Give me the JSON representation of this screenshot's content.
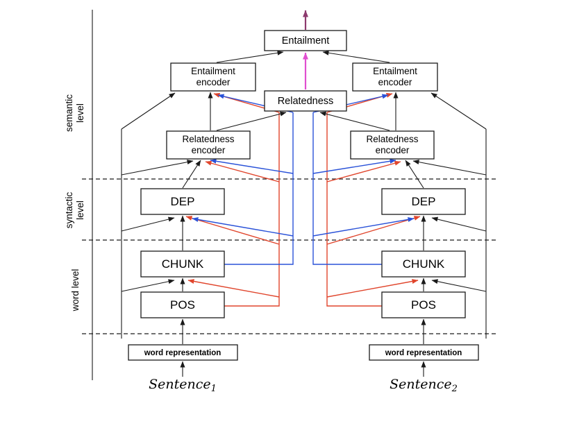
{
  "colors": {
    "black": "#1a1a1a",
    "red": "#e0452c",
    "blue": "#2a52d8",
    "magenta": "#e04fd0",
    "purple": "#8d3a6e"
  },
  "axis_labels": {
    "semantic_line1": "semantic",
    "semantic_line2": "level",
    "syntactic_line1": "syntactic",
    "syntactic_line2": "level",
    "word": "word level"
  },
  "nodes": {
    "entailment": "Entailment",
    "relatedness": "Relatedness",
    "entailment_encoder_l1": "Entailment",
    "entailment_encoder_l2": "encoder",
    "relatedness_encoder_l1": "Relatedness",
    "relatedness_encoder_l2": "encoder",
    "dep": "DEP",
    "chunk": "CHUNK",
    "pos": "POS",
    "word_representation": "word representation"
  },
  "inputs": {
    "sentence1_base": "Sentence",
    "sentence1_sub": "1",
    "sentence2_base": "Sentence",
    "sentence2_sub": "2"
  }
}
